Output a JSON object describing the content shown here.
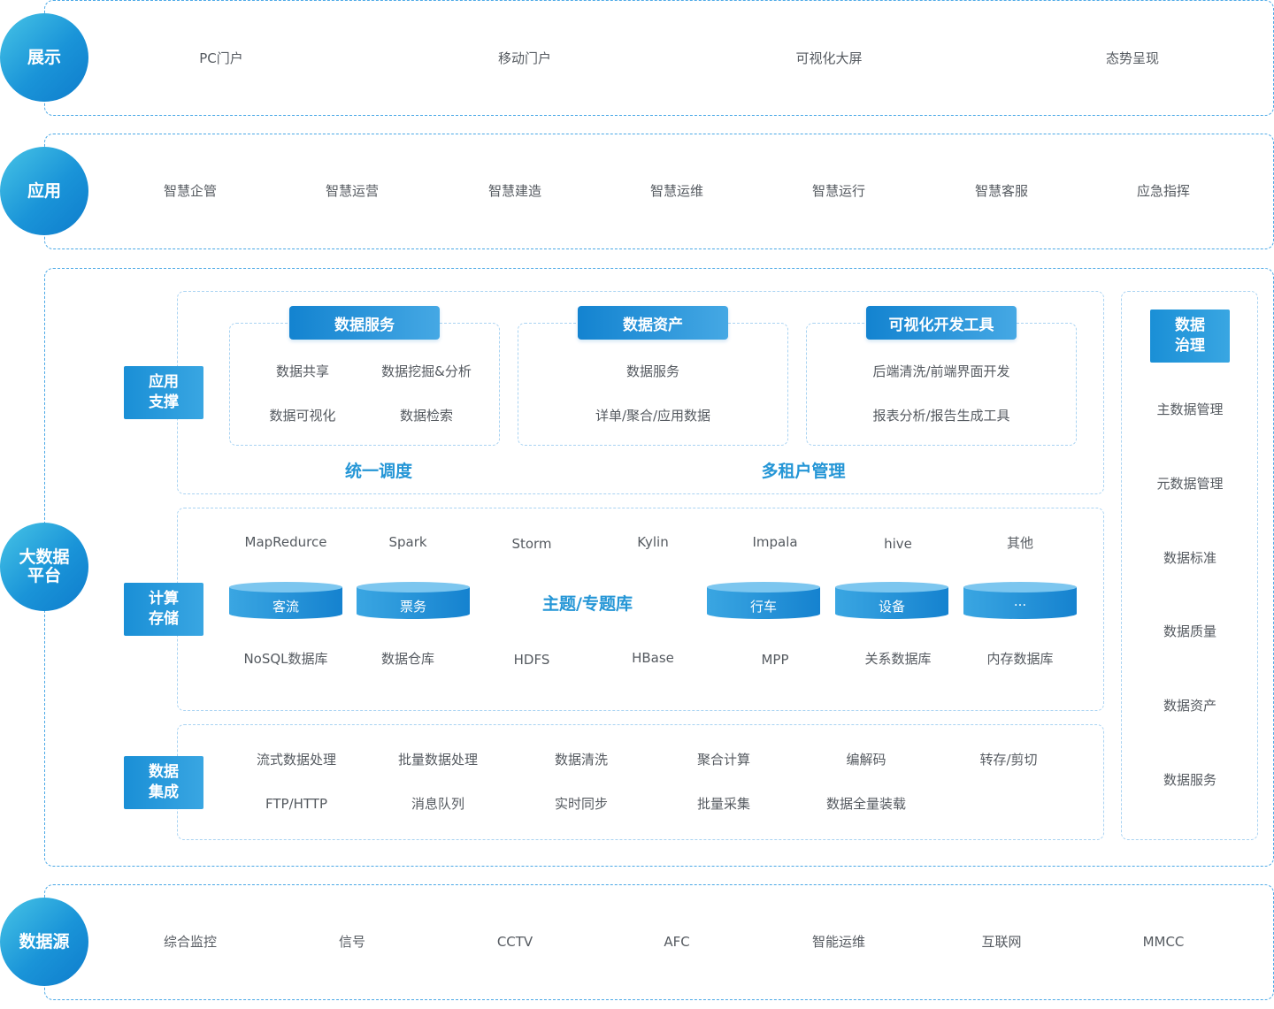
{
  "layers": {
    "display": {
      "label": "展示",
      "items": [
        "PC门户",
        "移动门户",
        "可视化大屏",
        "态势呈现"
      ]
    },
    "application": {
      "label": "应用",
      "items": [
        "智慧企管",
        "智慧运营",
        "智慧建造",
        "智慧运维",
        "智慧运行",
        "智慧客服",
        "应急指挥"
      ]
    },
    "platform": {
      "label": "大数据平台"
    },
    "source": {
      "label": "数据源",
      "items": [
        "综合监控",
        "信号",
        "CCTV",
        "AFC",
        "智能运维",
        "互联网",
        "MMCC"
      ]
    }
  },
  "app_support": {
    "label": "应用支撑",
    "cards": [
      {
        "title": "数据服务",
        "items": [
          "数据共享",
          "数据挖掘&分析",
          "数据可视化",
          "数据检索"
        ]
      },
      {
        "title": "数据资产",
        "items": [
          "数据服务",
          "详单/聚合/应用数据"
        ]
      },
      {
        "title": "可视化开发工具",
        "items": [
          "后端清洗/前端界面开发",
          "报表分析/报告生成工具"
        ]
      }
    ],
    "bottom": [
      "统一调度",
      "多租户管理"
    ]
  },
  "compute_storage": {
    "label": "计算存储",
    "engines": [
      "MapRedurce",
      "Spark",
      "Storm",
      "Kylin",
      "Impala",
      "hive",
      "其他"
    ],
    "cylinders_left": [
      "客流",
      "票务"
    ],
    "center_title": "主题/专题库",
    "cylinders_right": [
      "行车",
      "设备",
      "..."
    ],
    "stores": [
      "NoSQL数据库",
      "数据仓库",
      "HDFS",
      "HBase",
      "MPP",
      "关系数据库",
      "内存数据库"
    ]
  },
  "integration": {
    "label": "数据集成",
    "row1": [
      "流式数据处理",
      "批量数据处理",
      "数据清洗",
      "聚合计算",
      "编解码",
      "转存/剪切"
    ],
    "row2": [
      "FTP/HTTP",
      "消息队列",
      "实时同步",
      "批量采集",
      "数据全量装载"
    ]
  },
  "governance": {
    "label": "数据治理",
    "items": [
      "主数据管理",
      "元数据管理",
      "数据标准",
      "数据质量",
      "数据资产",
      "数据服务"
    ]
  },
  "colors": {
    "accent": "#1a94d8",
    "dash": "#4aa8e6",
    "title_blue": "#2596d6"
  }
}
